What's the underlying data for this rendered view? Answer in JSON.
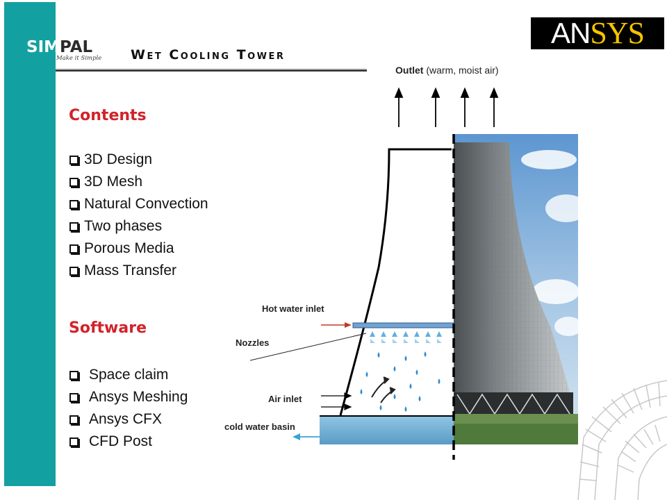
{
  "logo": {
    "name_part1": "SIM",
    "name_part2": "PAL",
    "tagline": "Make it Simple"
  },
  "title": "Wet Cooling Tower",
  "brand": {
    "part1": "AN",
    "part2": "SYS"
  },
  "contents": {
    "heading": "Contents",
    "items": [
      "3D Design",
      "3D Mesh",
      "Natural Convection",
      "Two phases",
      "Porous Media",
      "Mass Transfer"
    ]
  },
  "software": {
    "heading": "Software",
    "items": [
      "Space claim",
      "Ansys Meshing",
      "Ansys CFX",
      "CFD Post"
    ]
  },
  "diagram": {
    "outlet_bold": "Outlet",
    "outlet_rest": " (warm, moist air)",
    "hot_water_inlet": "Hot water inlet",
    "nozzles": "Nozzles",
    "air_inlet": "Air inlet",
    "cold_water_basin": "cold water basin"
  },
  "colors": {
    "accent": "#12a1a0",
    "heading": "#d2232a",
    "brand_yellow": "#f5c300"
  }
}
